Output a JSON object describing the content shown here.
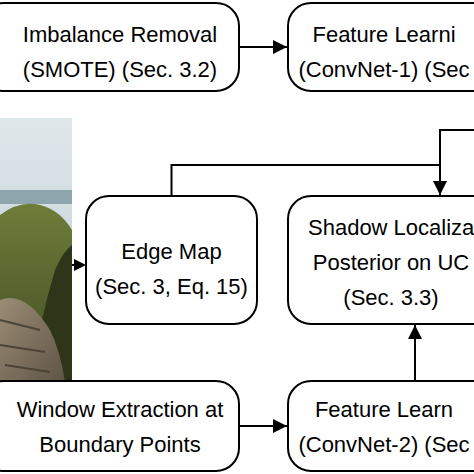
{
  "diagram": {
    "nodes": [
      {
        "text": [
          "Imbalance Removal",
          "(SMOTE) (Sec. 3.2)"
        ]
      },
      {
        "text": [
          "Feature Learni",
          "(ConvNet-1) (Sec"
        ]
      },
      {
        "text": [
          "Edge Map",
          "(Sec. 3, Eq. 15)"
        ]
      },
      {
        "text": [
          "Shadow Localiza",
          "Posterior on UC",
          "(Sec. 3.3)"
        ]
      },
      {
        "text": [
          "Window Extraction at",
          "Boundary Points"
        ]
      },
      {
        "text": [
          "Feature Learn",
          "(ConvNet-2) (Sec"
        ]
      }
    ],
    "edges": [
      {
        "from": 0,
        "to": 1,
        "arrow": "to"
      },
      {
        "from": 4,
        "to": 5,
        "arrow": "to"
      },
      {
        "from": 5,
        "to": 3,
        "arrow": "to"
      },
      {
        "from": 2,
        "to": 3,
        "arrow": "to"
      }
    ]
  }
}
